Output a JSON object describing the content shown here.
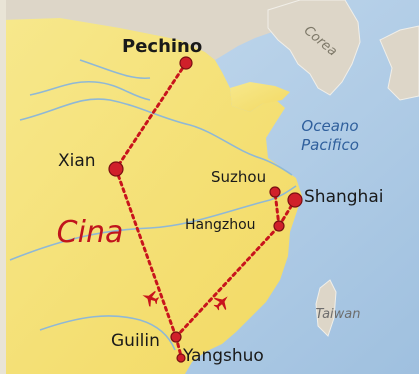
{
  "map": {
    "country_label": "Cina",
    "sea_label": [
      "Oceano",
      "Pacifico"
    ],
    "neighbor_korea": "Corea",
    "island_taiwan": "Taiwan",
    "cities": {
      "pechino": "Pechino",
      "xian": "Xian",
      "suzhou": "Suzhou",
      "shanghai": "Shanghai",
      "hangzhou": "Hangzhou",
      "guilin": "Guilin",
      "yangshuo": "Yangshuo"
    }
  },
  "colors": {
    "land": "#f5e27a",
    "neighbor_land": "#d9d3c9",
    "sea": "#a9c8e4",
    "route": "#c8141c",
    "city_dot": "#d0202a",
    "river": "#8fb8d6",
    "sea_text": "#2f5f9c",
    "country_text": "#c0141c"
  },
  "icons": [
    "airplane-icon",
    "airplane-icon"
  ]
}
